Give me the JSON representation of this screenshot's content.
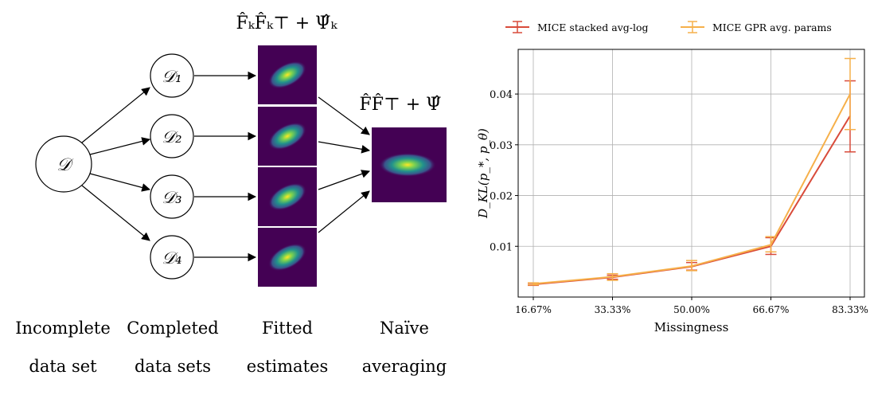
{
  "diagram": {
    "source_node": "𝒟",
    "completed_nodes": [
      "𝒟₁",
      "𝒟₂",
      "𝒟₃",
      "𝒟₄"
    ],
    "fitted_formula": "F̂ₖF̂ₖ⊤ + Ψ̂ₖ",
    "averaged_formula": "F̂F̂⊤ + Ψ̂",
    "captions": [
      {
        "line1": "Incomplete",
        "line2": "data set"
      },
      {
        "line1": "Completed",
        "line2": "data sets"
      },
      {
        "line1": "Fitted",
        "line2": "estimates"
      },
      {
        "line1": "Naïve",
        "line2": "averaging"
      }
    ],
    "heatmap_colors": {
      "background": "#440154",
      "mid": "#21918c",
      "peak": "#fde725"
    }
  },
  "chart_data": {
    "type": "line",
    "x_categories": [
      "16.67%",
      "33.33%",
      "50.00%",
      "66.67%",
      "83.33%"
    ],
    "xlabel": "Missingness",
    "ylabel": "D_KL(p_*, p_θ)",
    "yticks": [
      0.01,
      0.02,
      0.03,
      0.04
    ],
    "ytick_labels": [
      "0.01",
      "0.02",
      "0.03",
      "0.04"
    ],
    "ylim": [
      0.0,
      0.0488
    ],
    "grid": true,
    "legend_position": "top-center",
    "series": [
      {
        "name": "MICE stacked avg-log",
        "color": "#d94b3a",
        "values": [
          0.0025,
          0.0039,
          0.006,
          0.01,
          0.0357
        ],
        "err_low": [
          0.0023,
          0.0035,
          0.0053,
          0.0084,
          0.0286
        ],
        "err_high": [
          0.0027,
          0.0043,
          0.0068,
          0.0117,
          0.0426
        ]
      },
      {
        "name": "MICE GPR avg. params",
        "color": "#f6b04a",
        "values": [
          0.0026,
          0.004,
          0.0061,
          0.0103,
          0.04
        ],
        "err_low": [
          0.0024,
          0.0033,
          0.0052,
          0.0089,
          0.033
        ],
        "err_high": [
          0.0028,
          0.0046,
          0.0072,
          0.0119,
          0.047
        ]
      }
    ]
  }
}
